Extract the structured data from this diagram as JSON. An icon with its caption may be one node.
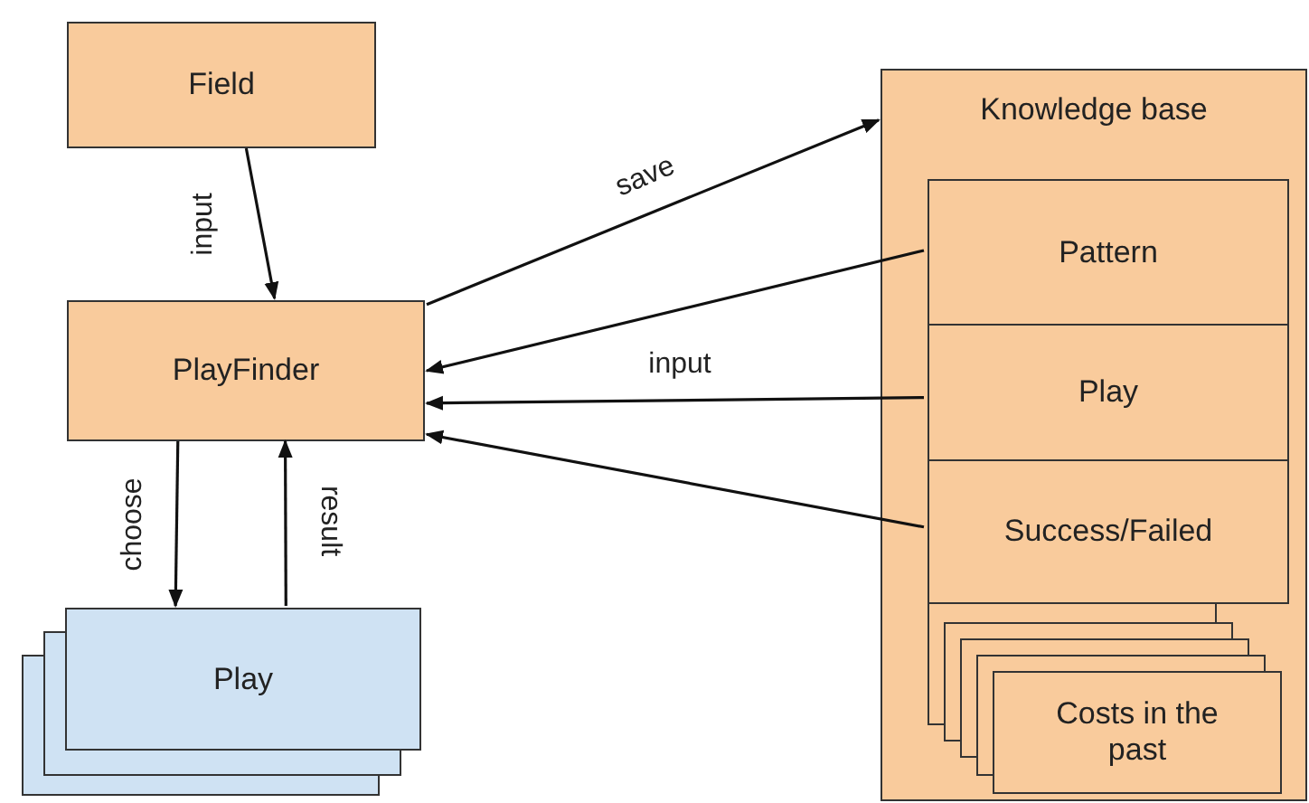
{
  "diagram": {
    "nodes": [
      {
        "text": [
          "Field"
        ]
      },
      {
        "text": [
          "PlayFinder"
        ]
      },
      {
        "text": [
          "Play"
        ]
      },
      {
        "text": [
          "Knowledge base"
        ]
      },
      {
        "text": [
          "Pattern"
        ],
        "in": 3
      },
      {
        "text": [
          "Play"
        ],
        "in": 3
      },
      {
        "text": [
          "Success/Failed"
        ],
        "in": 3
      },
      {
        "text": [
          "Costs in the past"
        ],
        "in": 3
      }
    ],
    "edges": [
      {
        "from": 0,
        "to": 1,
        "arrow": "to",
        "label": "input"
      },
      {
        "from": 1,
        "to": 3,
        "arrow": "to",
        "label": "save"
      },
      {
        "from": 4,
        "to": 1,
        "arrow": "to"
      },
      {
        "from": 5,
        "to": 1,
        "arrow": "to",
        "label": "input"
      },
      {
        "from": 6,
        "to": 1,
        "arrow": "to"
      },
      {
        "from": 1,
        "to": 2,
        "arrow": "to",
        "label": "choose"
      },
      {
        "from": 2,
        "to": 1,
        "arrow": "to",
        "label": "result"
      }
    ]
  }
}
